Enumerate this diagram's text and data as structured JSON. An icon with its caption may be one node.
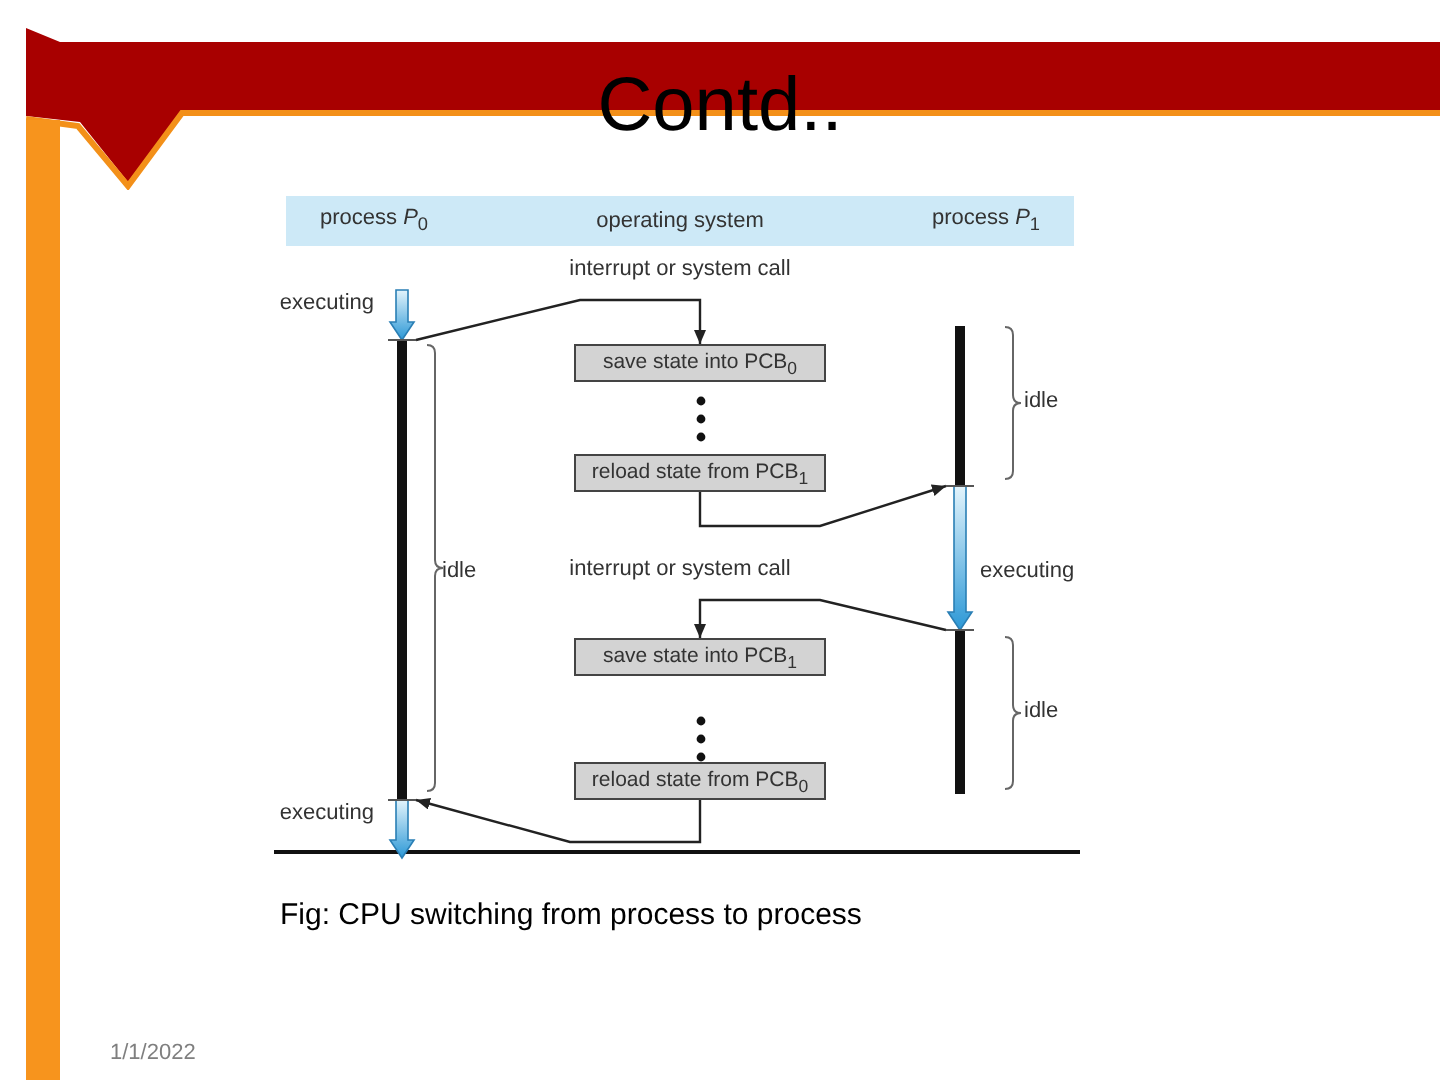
{
  "diagram": {
    "title": "Contd..",
    "caption": "Fig: CPU switching from process to process",
    "nodes": [
      {
        "text": [
          "process *P*$_{0}$",
          "operating system",
          "process *P*$_{1}$"
        ]
      },
      {
        "text": [],
        "shape": "bar",
        "beside": [
          "executing",
          "idle",
          "executing"
        ]
      },
      {
        "text": [],
        "shape": "bar",
        "beside": [
          "idle",
          "executing",
          "idle"
        ]
      },
      {
        "text": [
          "save state into PCB$_{0}$"
        ]
      },
      {
        "text": [
          "reload state from PCB$_{1}$"
        ]
      },
      {
        "text": [
          "save state into PCB$_{1}$"
        ]
      },
      {
        "text": [
          "reload state from PCB$_{0}$"
        ]
      }
    ],
    "edges": [
      {
        "from": 1,
        "to": 3,
        "arrow": "to",
        "label": "interrupt or system call"
      },
      {
        "from": 4,
        "to": 2,
        "arrow": "to"
      },
      {
        "from": 2,
        "to": 5,
        "arrow": "to",
        "label": "interrupt or system call"
      },
      {
        "from": 6,
        "to": 1,
        "arrow": "to"
      }
    ],
    "labels": [
      "1/1/2022"
    ]
  }
}
